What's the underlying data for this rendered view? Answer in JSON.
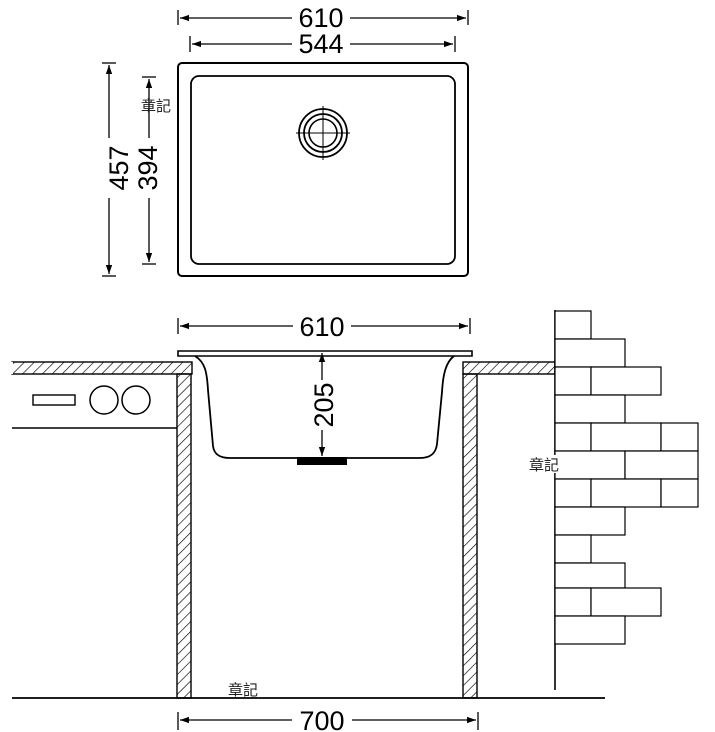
{
  "top_view": {
    "outer_width_label": "610",
    "inner_width_label": "544",
    "outer_depth_label": "457",
    "inner_depth_label": "394",
    "stamp": "章記"
  },
  "side_view": {
    "sink_width_label": "610",
    "bowl_depth_label": "205",
    "cabinet_width_label": "700",
    "stamp_wall": "章記",
    "stamp_floor": "章記"
  }
}
